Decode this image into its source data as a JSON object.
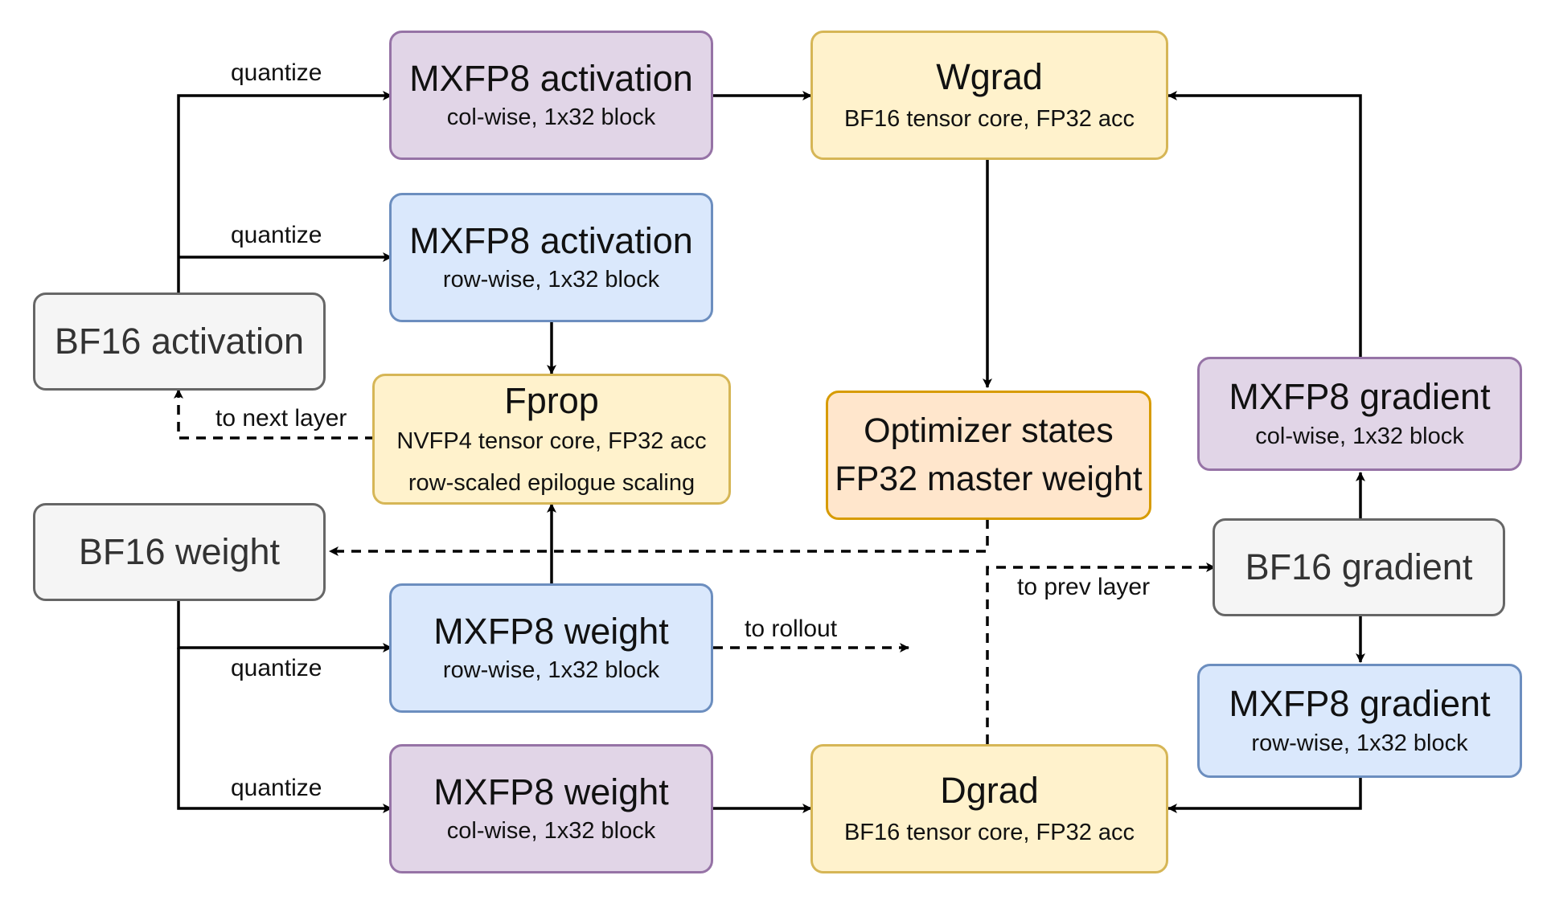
{
  "colors": {
    "purple_fill": "#e1d5e7",
    "purple_stroke": "#9673a6",
    "blue_fill": "#dae8fc",
    "blue_stroke": "#6c8ebf",
    "yellow_fill": "#fff2cc",
    "yellow_stroke": "#d6b656",
    "orange_fill": "#ffe6cc",
    "orange_stroke": "#d79b00",
    "grey_fill": "#f5f5f5",
    "grey_stroke": "#666666",
    "edge": "#000000"
  },
  "nodes": {
    "mxfp8_act_col": {
      "title": "MXFP8 activation",
      "sub": "col-wise, 1x32 block"
    },
    "mxfp8_act_row": {
      "title": "MXFP8 activation",
      "sub": "row-wise, 1x32 block"
    },
    "bf16_act": {
      "title": "BF16 activation"
    },
    "fprop": {
      "title": "Fprop",
      "sub1": "NVFP4 tensor core, FP32 acc",
      "sub2": "row-scaled epilogue scaling"
    },
    "wgrad": {
      "title": "Wgrad",
      "sub": "BF16 tensor core, FP32 acc"
    },
    "optimizer": {
      "line1": "Optimizer states",
      "line2": "FP32 master weight"
    },
    "bf16_weight": {
      "title": "BF16 weight"
    },
    "mxfp8_w_row": {
      "title": "MXFP8 weight",
      "sub": "row-wise, 1x32 block"
    },
    "mxfp8_w_col": {
      "title": "MXFP8 weight",
      "sub": "col-wise, 1x32 block"
    },
    "dgrad": {
      "title": "Dgrad",
      "sub": "BF16 tensor core, FP32 acc"
    },
    "mxfp8_grad_col": {
      "title": "MXFP8 gradient",
      "sub": "col-wise, 1x32 block"
    },
    "bf16_grad": {
      "title": "BF16 gradient"
    },
    "mxfp8_grad_row": {
      "title": "MXFP8 gradient",
      "sub": "row-wise, 1x32 block"
    }
  },
  "edges": {
    "quantize_label": "quantize",
    "to_next_layer": "to next layer",
    "to_rollout": "to rollout",
    "to_prev_layer": "to prev layer"
  }
}
